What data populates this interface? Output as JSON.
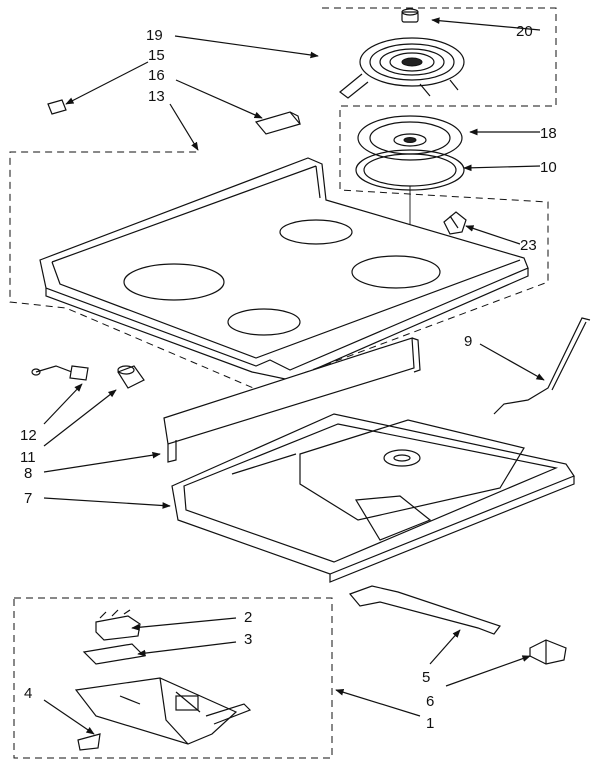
{
  "callouts": {
    "c1": "1",
    "c2": "2",
    "c3": "3",
    "c4": "4",
    "c5": "5",
    "c6": "6",
    "c7": "7",
    "c8": "8",
    "c9": "9",
    "c10": "10",
    "c11": "11",
    "c12": "12",
    "c13": "13",
    "c15": "15",
    "c16": "16",
    "c18": "18",
    "c19": "19",
    "c20": "20",
    "c23": "23"
  },
  "colors": {
    "line": "#111111",
    "background": "#ffffff"
  }
}
